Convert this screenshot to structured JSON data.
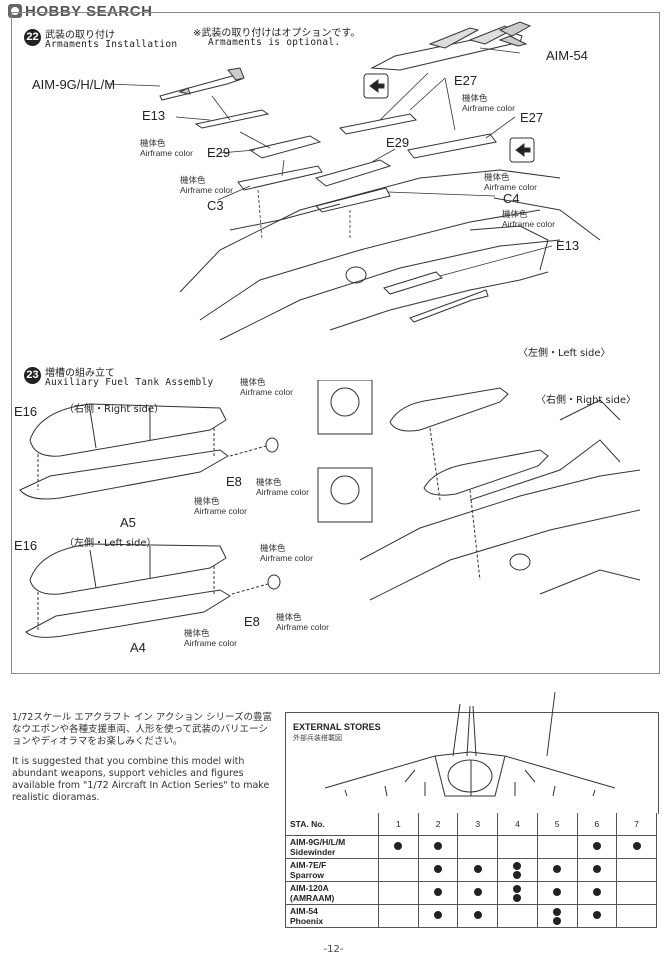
{
  "watermark": {
    "text": "HOBBY SEARCH"
  },
  "step22": {
    "number": "22",
    "title_jp": "武装の取り付け",
    "title_en": "Armaments Installation",
    "note_jp": "※武装の取り付けはオプションです。",
    "note_en": "Armaments is optional.",
    "labels": {
      "aim54": "AIM-54",
      "aim9": "AIM-9G/H/L/M",
      "e27a": "E27",
      "e27b": "E27",
      "e13a": "E13",
      "e13b": "E13",
      "e29a": "E29",
      "e29b": "E29",
      "c3": "C3",
      "c4": "C4"
    },
    "color_jp": "機体色",
    "color_en": "Airframe color"
  },
  "step23": {
    "number": "23",
    "title_jp": "増槽の組み立て",
    "title_en": "Auxiliary Fuel Tank Assembly",
    "labels": {
      "e16a": "E16",
      "e16b": "E16",
      "a5": "A5",
      "a4": "A4",
      "e8a": "E8",
      "e8b": "E8"
    },
    "right_side_jp": "（右側・Right side）",
    "left_side_jp": "（左側・Left side）",
    "left_side_top": "〈左側・Left side〉",
    "right_side_top": "〈右側・Right side〉",
    "color_jp": "機体色",
    "color_en": "Airframe color"
  },
  "bottom": {
    "jp_text": "1/72スケール エアクラフト イン アクション シリーズの豊富なウエポンや各種支援車両、人形を使って武装のバリエーションやディオラマをお楽しみください。",
    "en_text": "It is suggested that you combine this model with abundant weapons, support vehicles and figures available from \"1/72 Aircraft In Action Series\" to make realistic dioramas."
  },
  "stores": {
    "title": "EXTERNAL STORES",
    "subtitle_jp": "外部兵装搭載図",
    "sta_label": "STA. No.",
    "stations": [
      "1",
      "2",
      "3",
      "4",
      "5",
      "6",
      "7"
    ],
    "rows": [
      {
        "name": "AIM-9G/H/L/M",
        "name2": "Sidewinder",
        "cells": [
          1,
          1,
          0,
          0,
          0,
          1,
          1
        ]
      },
      {
        "name": "AIM-7E/F",
        "name2": "Sparrow",
        "cells": [
          0,
          1,
          1,
          2,
          1,
          1,
          0
        ]
      },
      {
        "name": "AIM-120A",
        "name2": "(AMRAAM)",
        "cells": [
          0,
          1,
          1,
          2,
          1,
          1,
          0
        ]
      },
      {
        "name": "AIM-54",
        "name2": "Phoenix",
        "cells": [
          0,
          1,
          1,
          0,
          2,
          1,
          0
        ]
      }
    ]
  },
  "page": {
    "number": "-12-"
  }
}
